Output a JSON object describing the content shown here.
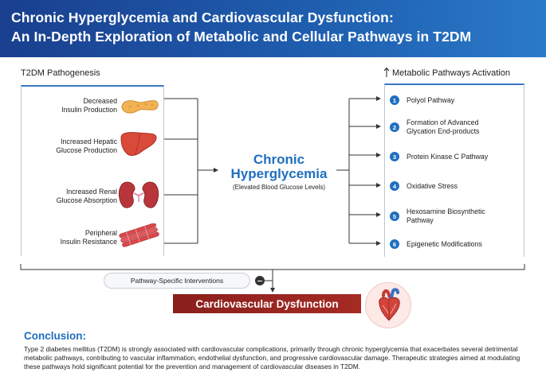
{
  "header": {
    "title_line1": "Chronic Hyperglycemia and Cardiovascular Dysfunction:",
    "title_line2": "An In-Depth Exploration of Metabolic and Cellular Pathways in T2DM"
  },
  "left_panel": {
    "title": "T2DM Pathogenesis",
    "items": [
      {
        "line1": "Decreased",
        "line2": "Insulin Production",
        "icon": "pancreas-icon"
      },
      {
        "line1": "Increased Hepatic",
        "line2": "Glucose Production",
        "icon": "liver-icon"
      },
      {
        "line1": "Increased Renal",
        "line2": "Glucose Absorption",
        "icon": "kidneys-icon"
      },
      {
        "line1": "Peripheral",
        "line2": "Insulin Resistance",
        "icon": "muscle-icon"
      }
    ]
  },
  "center": {
    "title_line1": "Chronic",
    "title_line2": "Hyperglycemia",
    "subtitle": "(Elevated Blood Glucose Levels)"
  },
  "right_panel": {
    "title": "Metabolic Pathways Activation",
    "items": [
      {
        "num": "1",
        "line1": "Polyol Pathway",
        "line2": ""
      },
      {
        "num": "2",
        "line1": "Formation of Advanced",
        "line2": "Glycation End-products"
      },
      {
        "num": "3",
        "line1": "Protein Kinase C Pathway",
        "line2": ""
      },
      {
        "num": "4",
        "line1": "Oxidative Stress",
        "line2": ""
      },
      {
        "num": "5",
        "line1": "Hexosamine Biosynthetic",
        "line2": "Pathway"
      },
      {
        "num": "6",
        "line1": "Epigenetic Modifications",
        "line2": ""
      }
    ]
  },
  "intervention": {
    "label": "Pathway-Specific Interventions"
  },
  "outcome": {
    "label": "Cardiovascular Dysfunction",
    "icon": "heart-icon"
  },
  "conclusion": {
    "title": "Conclusion:",
    "text": "Type 2 diabetes mellitus (T2DM) is strongly associated with cardiovascular complications, primarily through chronic hyperglycemia that exacerbates several detrimental metabolic pathways, contributing to vascular inflammation, endothelial dysfunction, and progressive cardiovascular damage. Therapeutic strategies aimed at modulating these pathways hold significant potential for the prevention and management of cardiovascular diseases in T2DM."
  },
  "colors": {
    "header_bg": "#1f5fb0",
    "accent_blue": "#1f6fbf",
    "outcome_red": "#a52a24"
  }
}
